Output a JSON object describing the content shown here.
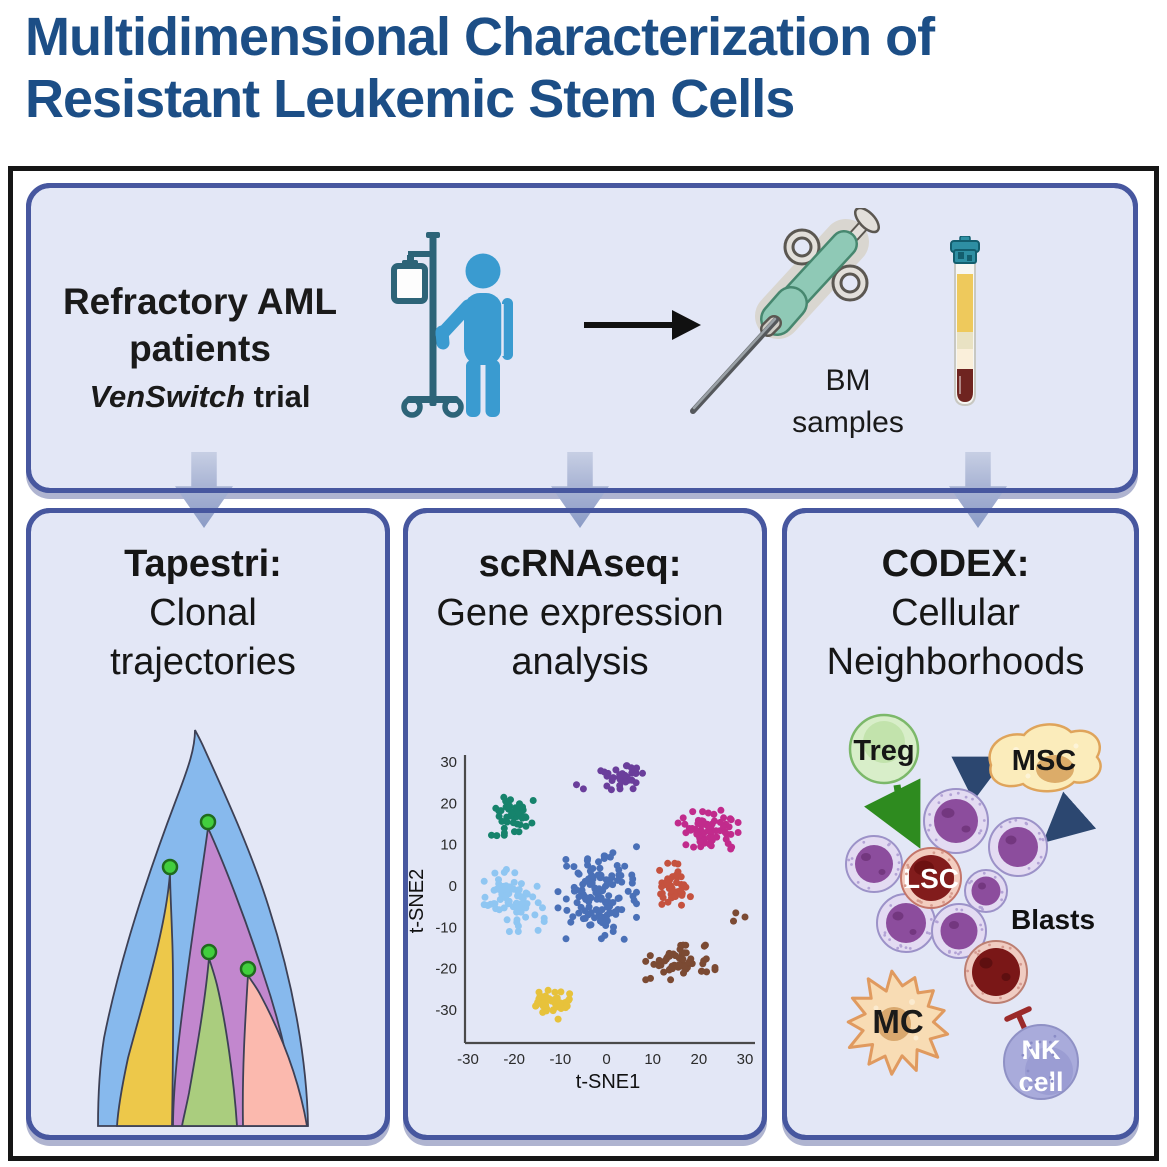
{
  "title": {
    "line1": "Multidimensional Characterization of",
    "line2": "Resistant Leukemic Stem Cells"
  },
  "top_panel": {
    "heading_line1": "Refractory AML",
    "heading_line2": "patients",
    "trial_name": "VenSwitch",
    "trial_suffix": " trial",
    "bm_line1": "BM",
    "bm_line2": "samples"
  },
  "panels": [
    {
      "title": "Tapestri:",
      "subtitle": "Clonal trajectories"
    },
    {
      "title": "scRNAseq:",
      "subtitle": "Gene expression analysis"
    },
    {
      "title": "CODEX:",
      "subtitle": "Cellular Neighborhoods"
    }
  ],
  "codex": {
    "treg": "Treg",
    "msc": "MSC",
    "lsc": "LSC",
    "blasts": "Blasts",
    "mc": "MC",
    "nk_line1": "NK",
    "nk_line2": "cell"
  },
  "chart_data": {
    "type": "scatter",
    "title": "t-SNE of single-cell gene expression clusters",
    "xlabel": "t-SNE1",
    "ylabel": "t-SNE2",
    "xlim": [
      -33,
      33
    ],
    "ylim": [
      -38,
      33
    ],
    "x_ticks": [
      -30,
      -20,
      -10,
      0,
      10,
      20,
      30
    ],
    "y_ticks": [
      -30,
      -20,
      -10,
      0,
      10,
      20,
      30
    ],
    "grid": false,
    "legend": "none",
    "point_radius_px": 3.5,
    "series": [
      {
        "name": "cluster-teal",
        "color": "#16836C",
        "center": [
          -20.5,
          17
        ],
        "spread": [
          5.5,
          4.8
        ],
        "n": 48
      },
      {
        "name": "cluster-purple",
        "color": "#6A3E9B",
        "center": [
          3.5,
          26.5
        ],
        "spread": [
          5.5,
          3.2
        ],
        "n": 34,
        "extra_points": [
          [
            -6.5,
            24.5
          ],
          [
            -5.0,
            23.5
          ]
        ]
      },
      {
        "name": "cluster-lightblue",
        "color": "#8FC6F2",
        "center": [
          -20,
          -3.5
        ],
        "spread": [
          6.5,
          7.5
        ],
        "n": 74
      },
      {
        "name": "cluster-blue",
        "color": "#4A70B7",
        "center": [
          -2,
          -2
        ],
        "spread": [
          8.5,
          11.5
        ],
        "n": 135
      },
      {
        "name": "cluster-magenta",
        "color": "#C12B8C",
        "center": [
          22,
          13
        ],
        "spread": [
          6.5,
          5.5
        ],
        "n": 66
      },
      {
        "name": "cluster-red",
        "color": "#C5523F",
        "center": [
          14.5,
          0
        ],
        "spread": [
          3.8,
          5.5
        ],
        "n": 46
      },
      {
        "name": "cluster-brown",
        "color": "#7B4A33",
        "center": [
          16,
          -18.5
        ],
        "spread": [
          7.5,
          4.2
        ],
        "n": 60,
        "extra_points": [
          [
            28,
            -6.5
          ],
          [
            30,
            -7.5
          ],
          [
            27.5,
            -8.5
          ]
        ]
      },
      {
        "name": "cluster-yellow",
        "color": "#E7C23B",
        "center": [
          -12,
          -28
        ],
        "spread": [
          4.8,
          4.2
        ],
        "n": 46
      }
    ]
  },
  "fishplot": {
    "description": "Clonal evolution fish plot with four emerging subclones marked by green origin dots",
    "clone_colors": {
      "founder_blue": "#87B9ED",
      "subclone_yellow": "#EDC84A",
      "subclone_purple": "#C287CE",
      "subclone_green": "#AACD7E",
      "subclone_pink": "#FBB9AE"
    },
    "origin_dot_color": "#42CE3E"
  },
  "colors": {
    "title_blue": "#1C4E86",
    "panel_fill": "#E3E7F6",
    "panel_border": "#47579F",
    "flow_arrow": "#9BAACB",
    "frame_black": "#161616",
    "patient_blue": "#3A9BD0",
    "iv_pole_teal": "#2D6478",
    "needle_teal": "#8FC9B6",
    "tube_cap_teal": "#2E8FA3",
    "tube_plasma_yellow": "#EEC95C",
    "tube_blood_maroon": "#6F2420",
    "treg_green": "#D8EEC9",
    "msc_yellow": "#FBECBB",
    "lsc_dark_red": "#821C1C",
    "blast_purple": "#8C4D9D",
    "nk_periwinkle": "#A9ABDB",
    "mc_cream": "#F8DCB4",
    "inhibit_red": "#9B2A2A"
  }
}
